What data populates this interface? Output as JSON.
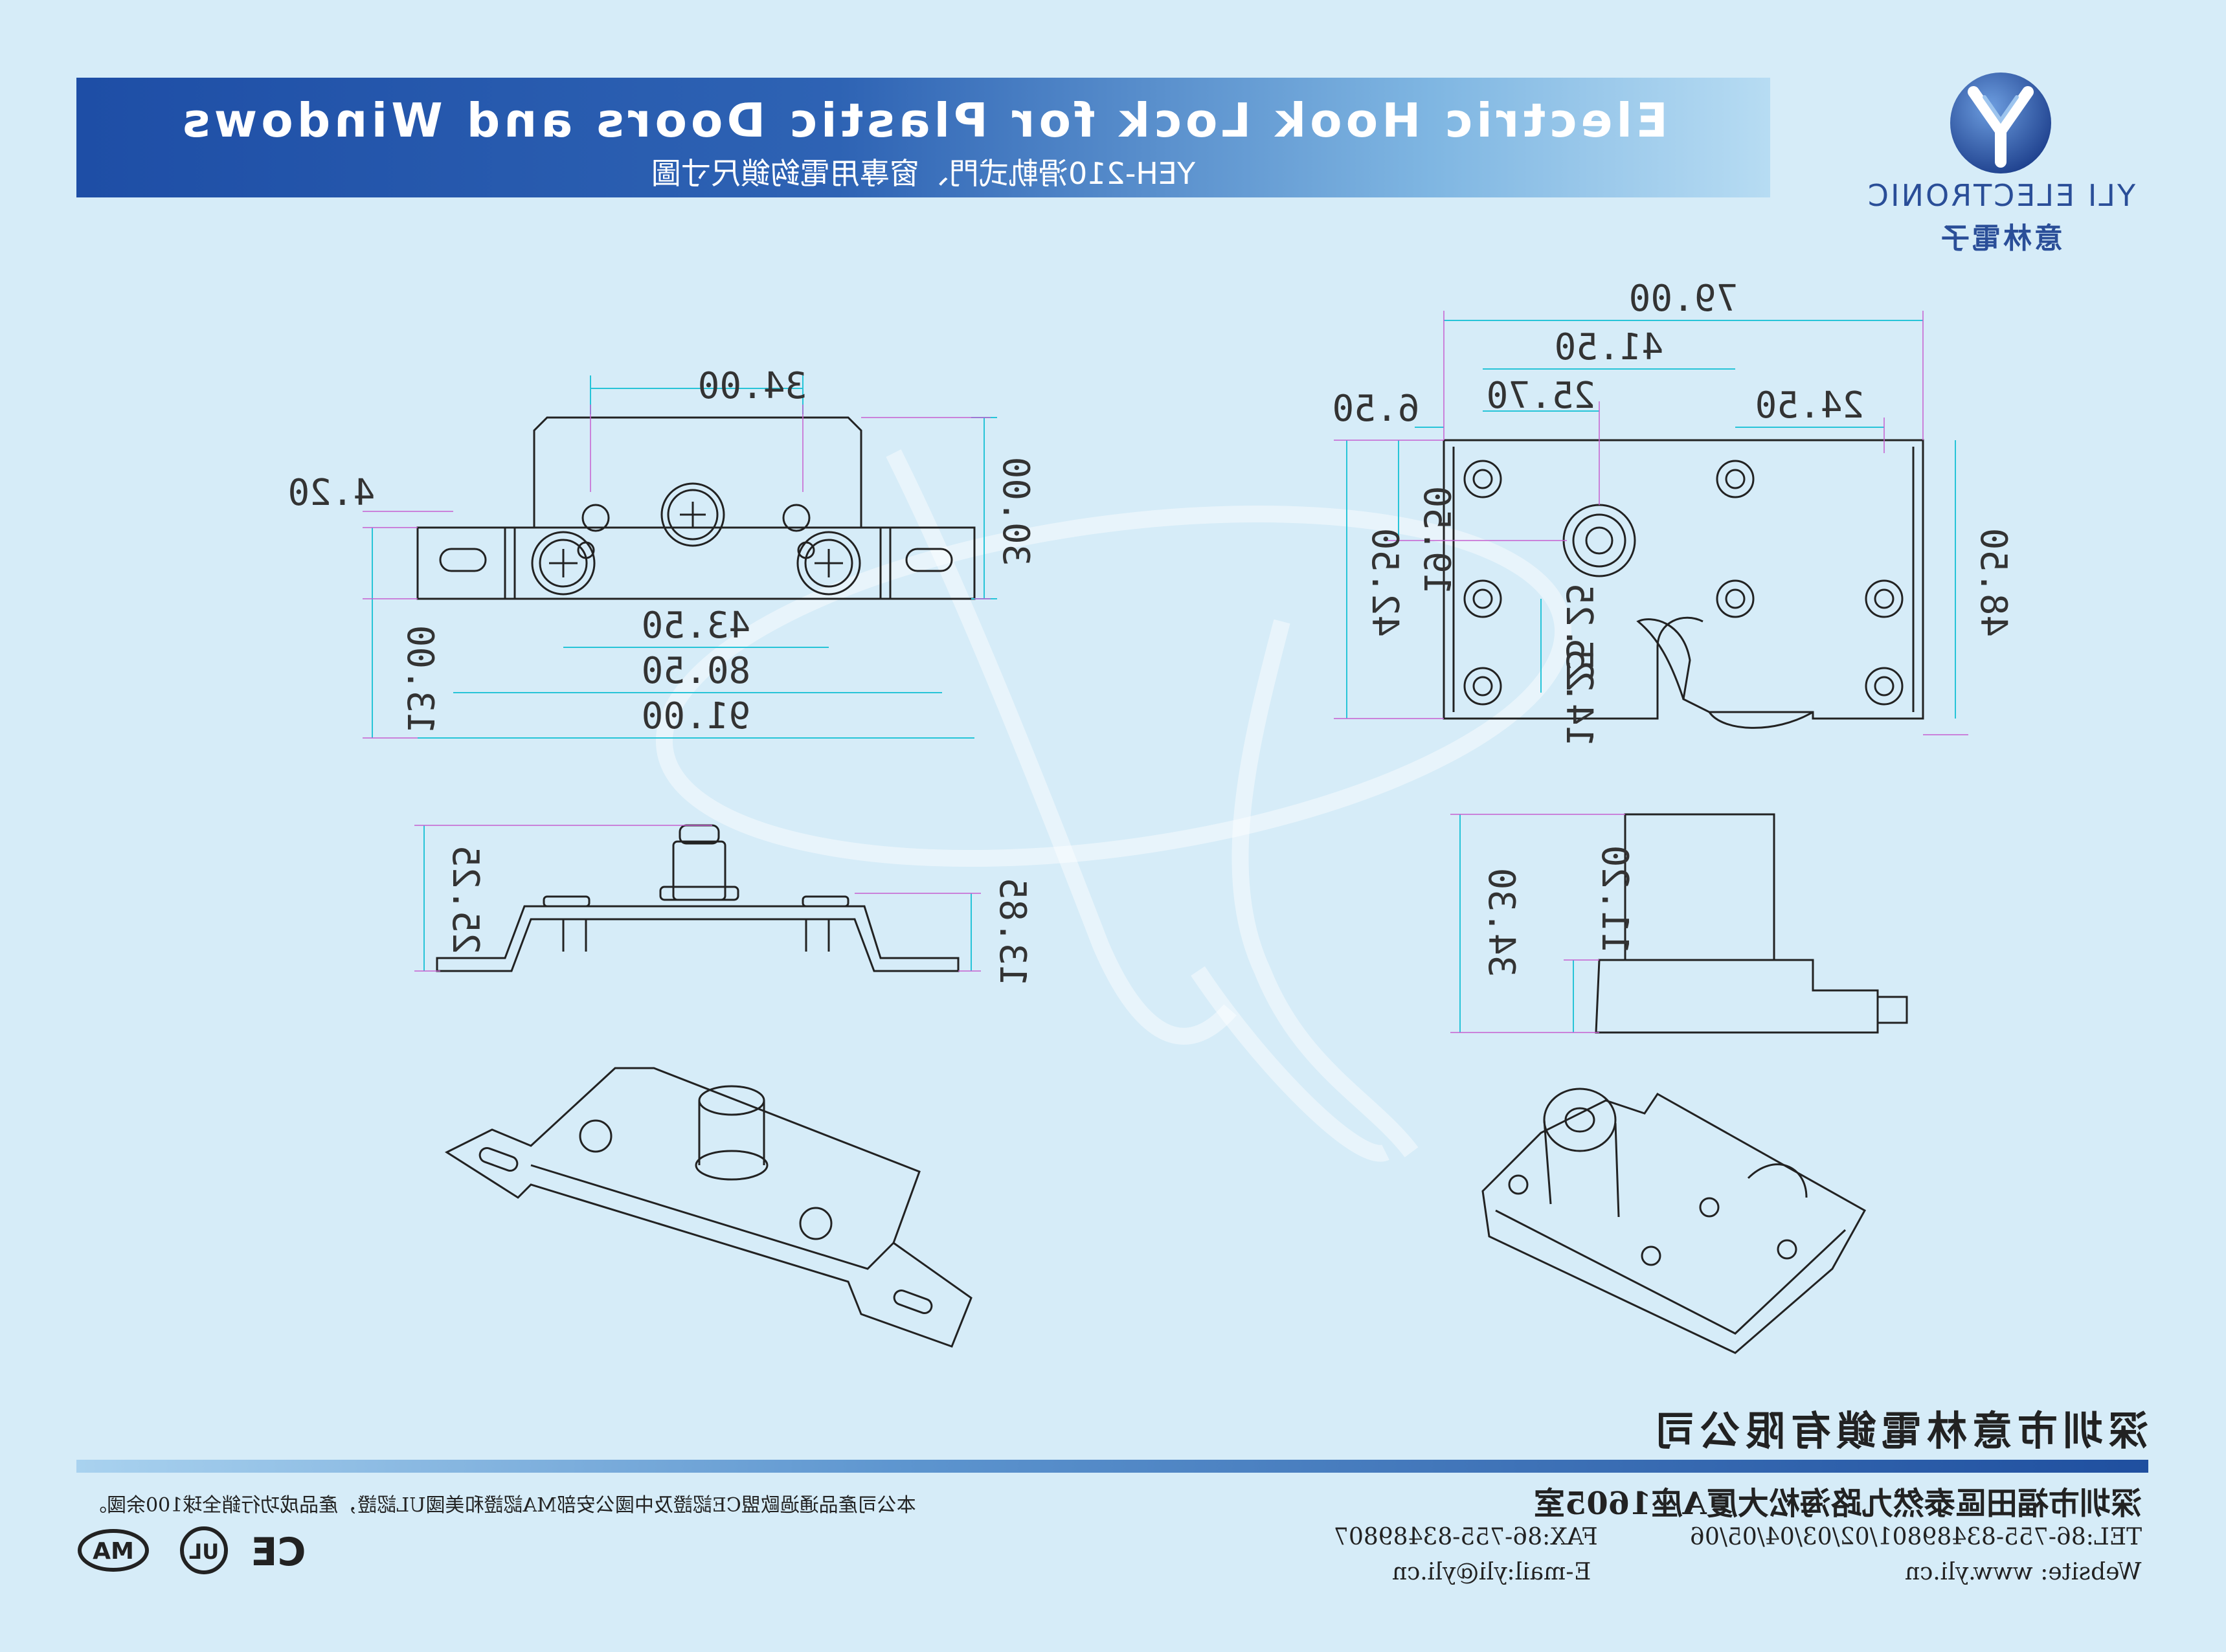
{
  "header": {
    "title": "Electric Hook Lock for Plastic Doors and Windows",
    "subtitle": "YEH-210滑軌式門、窗專用電鈎鎖尺寸圖",
    "colors": {
      "banner_start": "#1e4ea6",
      "banner_end": "#b7dcf3"
    }
  },
  "logo": {
    "brand": "YLI ELECTRONIC",
    "name_cn": "意林電子",
    "icon": "yli-y-logo-icon",
    "color": "#2a4e98"
  },
  "dimensions": {
    "top_view": [
      "34.00",
      "4.20",
      "30.00",
      "13.00",
      "43.50",
      "80.50",
      "91.00"
    ],
    "side_view": [
      "25.25",
      "13.85"
    ],
    "plan_view": [
      "79.00",
      "41.50",
      "25.70",
      "24.50",
      "6.50",
      "19.50",
      "42.50",
      "25.25",
      "14.25",
      "48.50"
    ],
    "elevation_view": [
      "34.30",
      "11.20"
    ]
  },
  "footer": {
    "company": "深圳市意林電鎖有限公司",
    "address": "深圳市福田區泰然九路海松大厦A座1605室",
    "tel": "TEL:86-755-83489801/02/03/04/05/06",
    "fax": "FAX:86-755-83489807",
    "website": "Website: www.yli.cn",
    "email": "E-mail:yli@yli.cn",
    "cert_note": "本公司產品通過歐盟CE認證及中國公安部MA認證和美國UL認證，產品成功行銷全球100余國。",
    "cert_icons": [
      "ce-mark-icon",
      "ul-mark-icon",
      "ma-mark-icon"
    ]
  }
}
